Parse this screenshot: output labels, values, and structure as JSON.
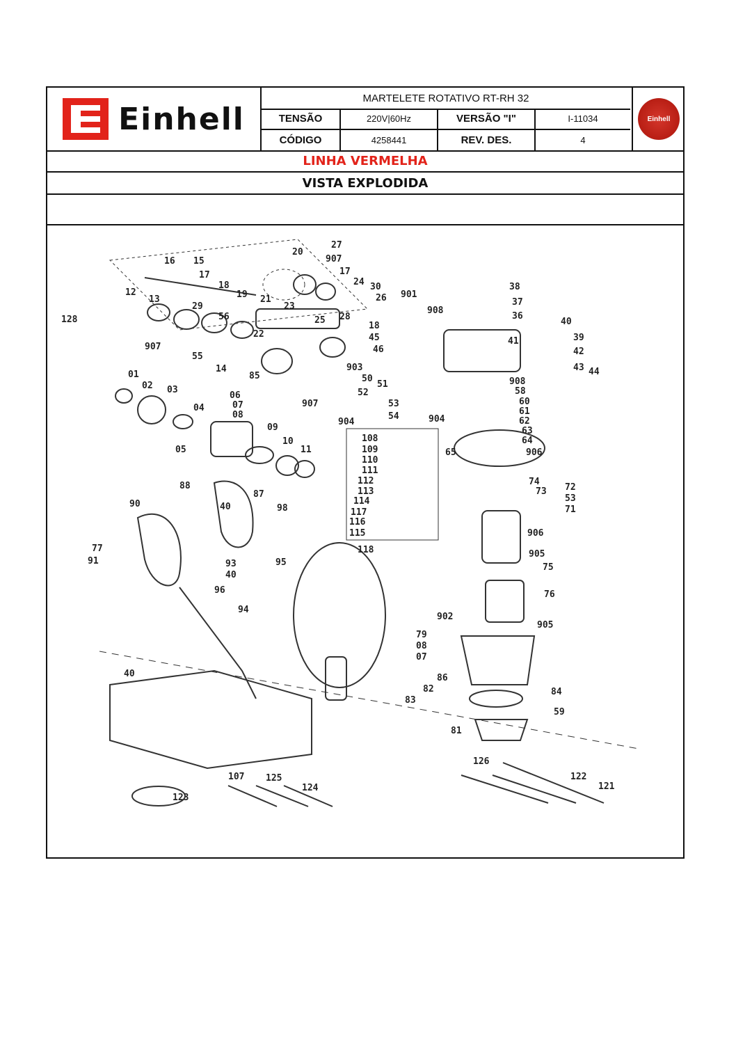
{
  "brand": {
    "name": "Einhell"
  },
  "header": {
    "title": "MARTELETE ROTATIVO RT-RH 32",
    "tensao_label": "TENSÃO",
    "tensao_value": "220V|60Hz",
    "versao_label": "VERSÃO \"I\"",
    "versao_value": "I-11034",
    "codigo_label": "CÓDIGO",
    "codigo_value": "4258441",
    "rev_label": "REV. DES.",
    "rev_value": "4"
  },
  "seal": {
    "text": "Einhell"
  },
  "sections": {
    "line": "LINHA VERMELHA",
    "view": "VISTA EXPLODIDA"
  },
  "colors": {
    "brand_red": "#e2231a",
    "ink": "#111111"
  },
  "part_numbers": [
    "16",
    "15",
    "17",
    "18",
    "19",
    "12",
    "13",
    "29",
    "56",
    "21",
    "23",
    "22",
    "25",
    "907",
    "55",
    "14",
    "85",
    "20",
    "27",
    "907",
    "17",
    "24",
    "28",
    "30",
    "26",
    "901",
    "908",
    "38",
    "37",
    "36",
    "40",
    "41",
    "39",
    "42",
    "43",
    "44",
    "18",
    "45",
    "46",
    "903",
    "50",
    "51",
    "52",
    "53",
    "54",
    "904",
    "58",
    "60",
    "61",
    "62",
    "63",
    "64",
    "908",
    "01",
    "02",
    "03",
    "04",
    "06",
    "07",
    "08",
    "907",
    "09",
    "10",
    "11",
    "05",
    "65",
    "906",
    "74",
    "73",
    "72",
    "53",
    "71",
    "88",
    "87",
    "98",
    "40",
    "90",
    "904",
    "108",
    "109",
    "110",
    "111",
    "112",
    "113",
    "114",
    "117",
    "116",
    "115",
    "118",
    "906",
    "905",
    "75",
    "76",
    "77",
    "91",
    "93",
    "40",
    "96",
    "94",
    "95",
    "902",
    "905",
    "79",
    "08",
    "07",
    "86",
    "82",
    "83",
    "84",
    "59",
    "81",
    "40",
    "126",
    "122",
    "121",
    "107",
    "125",
    "124",
    "123",
    "128"
  ]
}
